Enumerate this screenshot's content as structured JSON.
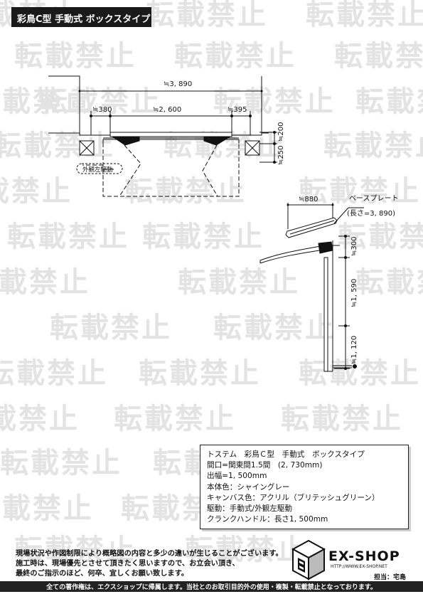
{
  "header": {
    "title": "彩鳥C型 手動式 ボックスタイプ"
  },
  "watermark": {
    "text": "転載禁止"
  },
  "plan_view": {
    "total_width": "≒3, 890",
    "left_offset": "≒380",
    "center_span": "≒2, 600",
    "right_offset": "≒395",
    "top_height": "≒200",
    "lower_height": "≒250",
    "drive_label": "外観左駆動"
  },
  "side_view": {
    "projection": "≒880",
    "base_plate_label": "ベースプレート",
    "base_plate_length": "(長さ=3, 890)",
    "height_top": "≒300",
    "height_middle": "≒1, 590",
    "height_bottom": "≒1, 120"
  },
  "spec": {
    "product_name": "トステム　彩鳥Ｃ型　手動式　ボックスタイプ",
    "width": "間口=関東間1.5間　(2, 730mm)",
    "projection": "出幅=1, 500mm",
    "body_color": "本体色：シャイングレー",
    "canvas_color": "キャンバス色：アクリル（ブリテッシュグリーン）",
    "drive": "駆動：手動式/外観左駆動",
    "crank": "クランクハンドル：長さ1, 500mm"
  },
  "notice": {
    "line1": "現場状況や作図制限により概略図の内容と多少の違いが生じることがございます。",
    "line2": "施工時は、現場優先とさせて頂きたく思いますので、お立会い頂き、",
    "line3": "最終のご指示のほど、何卒、宜しくお願い致します。"
  },
  "logo": {
    "name": "EX-SHOP",
    "url": "HTTP://WWW.EX-SHOP.NET",
    "person": "担当：宅島"
  },
  "footer": {
    "text": "全ての著作権は、エクスショップに帰属します。当社とのお取引目的外の使用・複製・転載禁止となっております。"
  },
  "colors": {
    "ink": "#111111",
    "watermark": "#e3e3e3",
    "footer_bg": "#222222"
  }
}
